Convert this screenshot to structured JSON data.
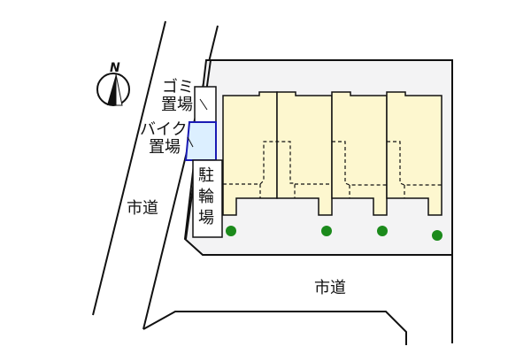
{
  "map": {
    "type": "site-plan",
    "compass": {
      "label": "N"
    },
    "roads": [
      {
        "id": "west-road",
        "label": "市道"
      },
      {
        "id": "south-road",
        "label": "市道"
      }
    ],
    "facilities": {
      "garbage": {
        "line1": "ゴミ",
        "line2": "置場"
      },
      "bike": {
        "line1": "バイク",
        "line2": "置場"
      },
      "bicycle": {
        "c1": "駐",
        "c2": "輪",
        "c3": "場"
      }
    },
    "buildings": {
      "units": 4
    },
    "trees": 4,
    "colors": {
      "site_fill": "#f3f3f4",
      "building_fill": "#fdf7cf",
      "bike_fill": "#dcefff",
      "bike_stroke": "#1a1ab4",
      "tree": "#1b8a1b",
      "line": "#111111"
    }
  }
}
